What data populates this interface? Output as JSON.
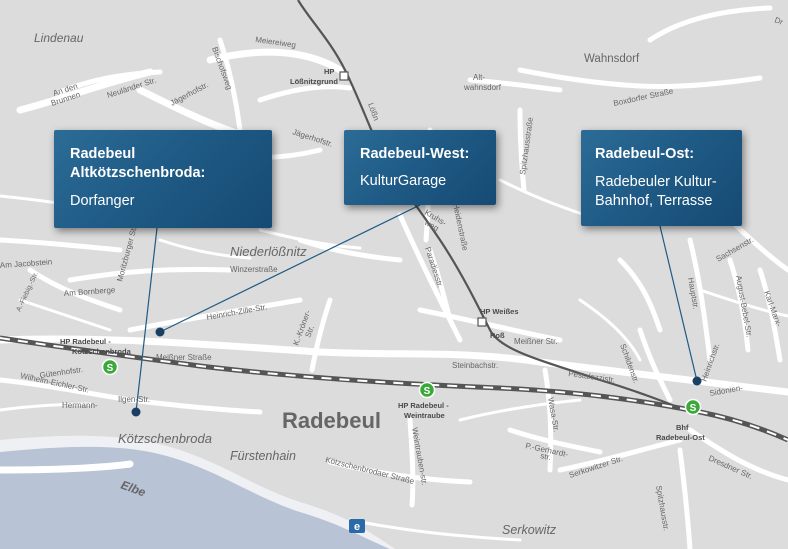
{
  "callouts": [
    {
      "title": "Radebeul\nAltkötzschenbroda:",
      "subtitle": "Dorfanger"
    },
    {
      "title": "Radebeul-West:",
      "subtitle": "KulturGarage"
    },
    {
      "title": "Radebeul-Ost:",
      "subtitle": "Radebeuler Kultur-\nBahnhof, Terrasse"
    }
  ],
  "map": {
    "city": "Radebeul",
    "districts": {
      "lindenau": "Lindenau",
      "wahnsdorf": "Wahnsdorf",
      "niederloessnitz": "Niederlößnitz",
      "koetzschenbroda": "Kötzschenbroda",
      "fuerstenhain": "Fürstenhain",
      "serkowitz": "Serkowitz",
      "altwahnsdorf_1": "Alt-",
      "altwahnsdorf_2": "wahnsdorf"
    },
    "river": "Elbe",
    "stations": {
      "loessnitzgrund_1": "HP",
      "loessnitzgrund_2": "Lößnitzgrund",
      "weisses_ross_1": "HP Weißes",
      "weisses_ross_2": "Roß",
      "rb_koetz_1": "HP Radebeul -",
      "rb_koetz_2": "Kötzschenbroda",
      "rb_wein_1": "HP Radebeul -",
      "rb_wein_2": "Weintraube",
      "rb_ost_1": "Bhf",
      "rb_ost_2": "Radebeul-Ost"
    },
    "streets": {
      "meiereiweg": "Meiereiweg",
      "neulaender": "Neuländer Str.",
      "jaegerhofstr": "Jägerhofstr.",
      "bischofsweg": "Bischofsweg",
      "jaegerhofstr2": "Jägerhofstr.",
      "loessnitz": "Lößn",
      "boxdorfer": "Boxdorfer Straße",
      "spitzhaus": "Spitzhausstraße",
      "an_den_1": "An den",
      "an_den_2": "Brunnen",
      "winzerstr": "Winzerstraße",
      "jacobstein": "Am Jacobstein",
      "bornberge": "Am Bornberge",
      "moritzburger": "Moritzburger Straße",
      "zille": "Heinrich-Zille-Str.",
      "kroner_1": "K.-Kröner-",
      "kroner_2": "Str.",
      "meissner": "Meißner Straße",
      "meissner2": "Meißner Str.",
      "gutenhof": "Gütenhofstr.",
      "eichler": "Wilhelm-Eichler-Str.",
      "hermann": "Hermann-",
      "ilgen": "Ilgen-Str.",
      "steinbach": "Steinbachstr.",
      "pestalozzi": "Pestalozzistr.",
      "schilden": "Schildenstr.",
      "kruhs_1": "Kruhs-",
      "kruhs_2": "weg",
      "heiden": "Heidenstraße",
      "paradies": "Paradiesstr.",
      "wasa": "Wasa-Str.",
      "gerhardt_1": "P.-Gerhardt-",
      "gerhardt_2": "str.",
      "serkowitzer": "Serkowitzer Str.",
      "koetzschenbrodaer": "Kötzschenbrodaer Straße",
      "weintrauben": "Weintrauben-str.",
      "sidonien": "Sidonien-",
      "sachsen": "Sachsenstr.",
      "haupt": "Hauptstr.",
      "bebel": "August-Bebel-Str.",
      "marx": "Karl-Marx-",
      "dresdner": "Dresdner Str.",
      "spitzhaus2": "Spitzhausstr.",
      "heinrichstr": "Heinrichstr.",
      "fiebiger": "A.-Fiebig.-Str.",
      "dr_corner": "Dr"
    },
    "s_bahn_symbol": "S",
    "ferry_symbol": "e"
  },
  "colors": {
    "map_bg": "#dcdcdc",
    "road": "#ffffff",
    "river": "#b9c3d6",
    "rail_dark": "#555555",
    "callout": "#1f5b86",
    "sbahn": "#3aa93a"
  }
}
